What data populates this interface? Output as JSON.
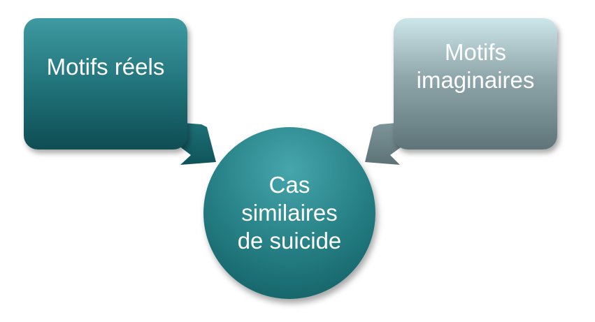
{
  "diagram": {
    "left_box": {
      "text": "Motifs réels"
    },
    "right_box": {
      "line1": "Motifs",
      "line2": "imaginaires"
    },
    "center_circle": {
      "line1": "Cas",
      "line2": "similaires",
      "line3": "de suicide"
    }
  },
  "colors": {
    "left_box": "#1f7077",
    "right_box": "#8fa7ab",
    "center_circle": "#268085"
  }
}
